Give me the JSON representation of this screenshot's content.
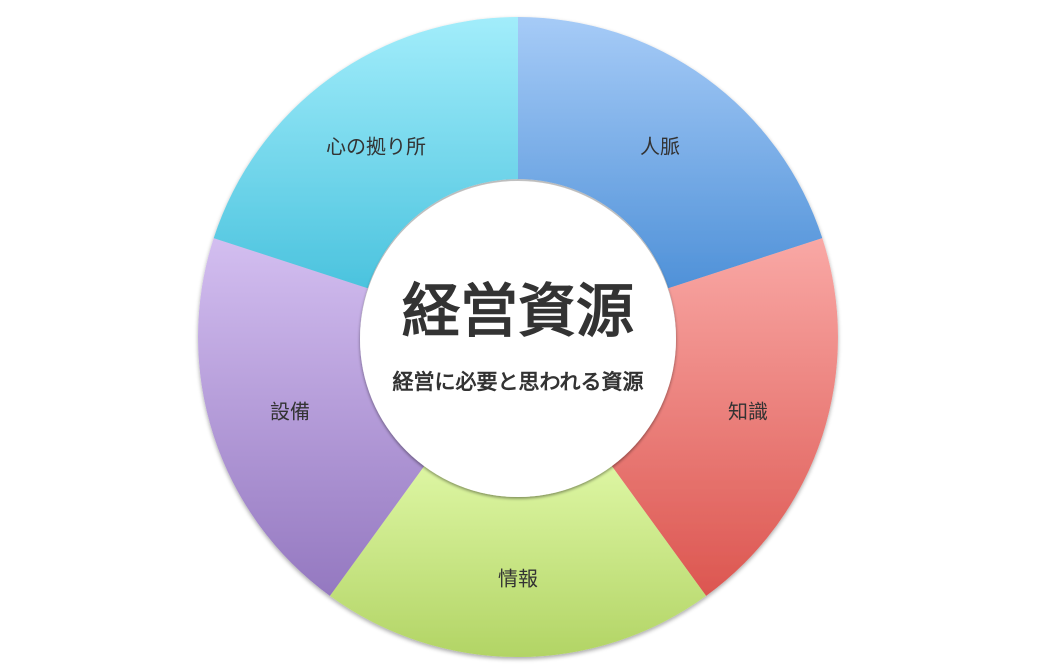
{
  "center": {
    "title": "経営資源",
    "subtitle": "経営に必要と思われる資源"
  },
  "segments": [
    {
      "label": "人脈",
      "color_top": "#a6cbf7",
      "color_bottom": "#4f91d8"
    },
    {
      "label": "知識",
      "color_top": "#f9a8a5",
      "color_bottom": "#dc5650"
    },
    {
      "label": "情報",
      "color_top": "#ddf6a3",
      "color_bottom": "#b2d465"
    },
    {
      "label": "設備",
      "color_top": "#d3bef0",
      "color_bottom": "#9478c0"
    },
    {
      "label": "心の拠り所",
      "color_top": "#a2edfb",
      "color_bottom": "#4bc3de"
    }
  ],
  "chart_data": {
    "type": "donut-diagram",
    "title": "経営資源",
    "subtitle": "経営に必要と思われる資源",
    "categories": [
      "人脈",
      "知識",
      "情報",
      "設備",
      "心の拠り所"
    ],
    "values": [
      1,
      1,
      1,
      1,
      1
    ]
  }
}
